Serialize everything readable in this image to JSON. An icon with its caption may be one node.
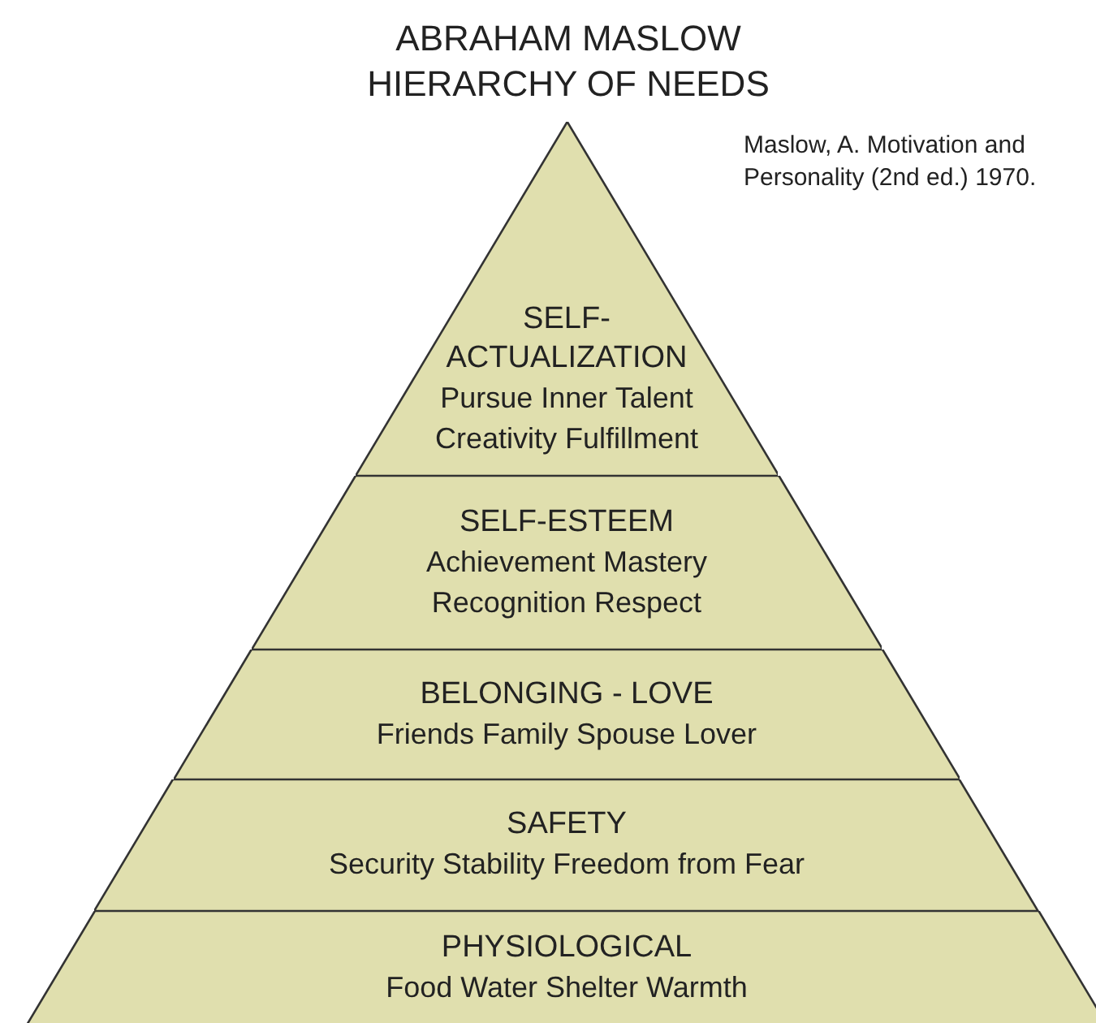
{
  "diagram": {
    "title": "ABRAHAM MASLOW HIERARCHY OF NEEDS",
    "nodes": [
      {
        "text": [
          "SELF-ACTUALIZATION",
          "Pursue Inner Talent Creativity Fulfillment"
        ]
      },
      {
        "text": [
          "SELF-ESTEEM",
          "Achievement Mastery Recognition Respect"
        ]
      },
      {
        "text": [
          "BELONGING - LOVE",
          "Friends Family Spouse Lover"
        ]
      },
      {
        "text": [
          "SAFETY",
          "Security Stability Freedom from Fear"
        ]
      },
      {
        "text": [
          "PHYSIOLOGICAL",
          "Food Water Shelter Warmth"
        ]
      }
    ],
    "labels": [
      "Maslow, A. Motivation and Personality (2nd ed.) 1970."
    ]
  }
}
